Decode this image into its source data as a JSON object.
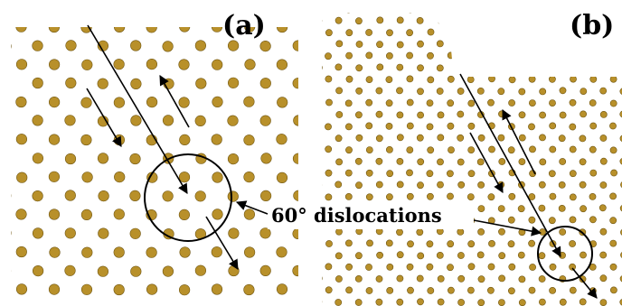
{
  "panels": [
    {
      "label": "(a)"
    },
    {
      "label": "(b)"
    }
  ],
  "callout": {
    "text": "60° dislocations"
  },
  "colors": {
    "atom": "#b8902a",
    "atom_outline": "#6e5410",
    "bond": "#8a6b12",
    "annotation": "#000000",
    "background": "#ffffff"
  }
}
